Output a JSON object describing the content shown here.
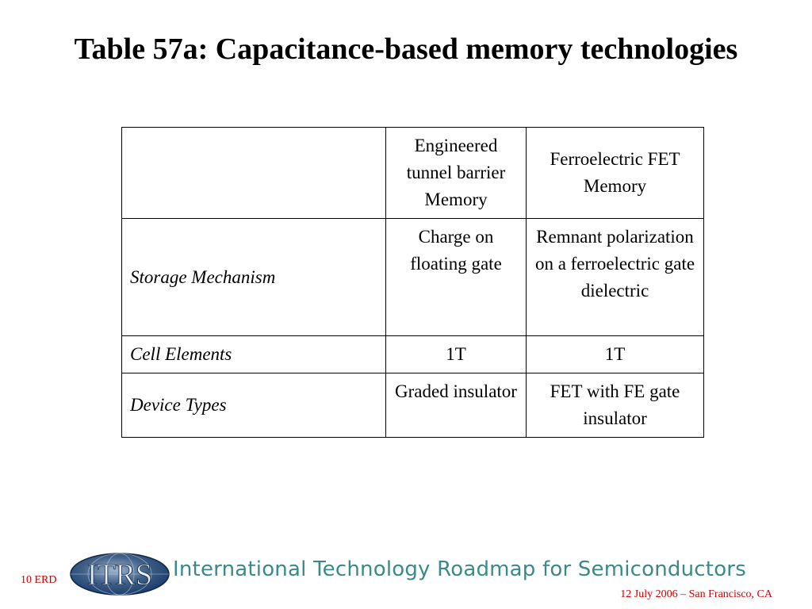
{
  "title": "Table 57a: Capacitance-based memory technologies",
  "table": {
    "corner": "",
    "columns": [
      "Engineered tunnel barrier Memory",
      "Ferroelectric FET Memory"
    ],
    "rows": [
      {
        "label": "Storage Mechanism",
        "cells": [
          "Charge on floating gate",
          "Remnant polarization on a ferroelectric gate dielectric"
        ]
      },
      {
        "label": "Cell Elements",
        "cells": [
          "1T",
          "1T"
        ]
      },
      {
        "label": "Device Types",
        "cells": [
          "Graded insulator",
          "FET with FE gate insulator"
        ]
      }
    ]
  },
  "footer": {
    "slide_id": "10 ERD",
    "logo_text": "ITRS",
    "org_name": "International Technology Roadmap for Semiconductors",
    "date_location": "12 July  2006 – San Francisco, CA"
  },
  "colors": {
    "footer_red": "#cc0000",
    "org_teal": "#3a8a8a",
    "logo_globe": "#1d3f6e"
  }
}
